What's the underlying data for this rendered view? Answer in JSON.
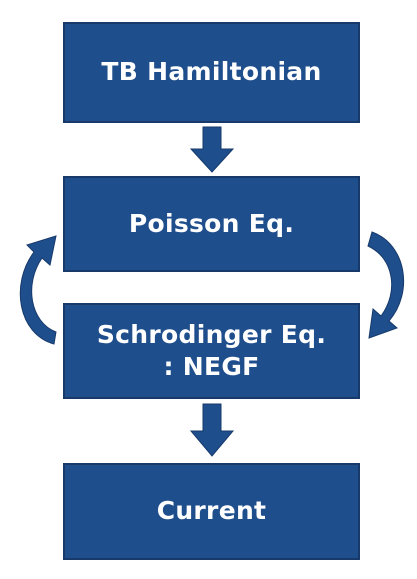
{
  "boxes": {
    "tb_hamiltonian": "TB Hamiltonian",
    "poisson": "Poisson Eq.",
    "schrodinger_line1": "Schrodinger Eq.",
    "schrodinger_line2": ": NEGF",
    "current": "Current"
  },
  "colors": {
    "box_fill": "#1f4e8c",
    "box_border": "#173a6b",
    "arrow_fill": "#1f4e8c",
    "text": "#ffffff",
    "background": "#ffffff"
  },
  "icons": {
    "down_arrow": "down-arrow-icon",
    "loop_arrow_left": "curved-arrow-up-icon",
    "loop_arrow_right": "curved-arrow-down-icon"
  }
}
